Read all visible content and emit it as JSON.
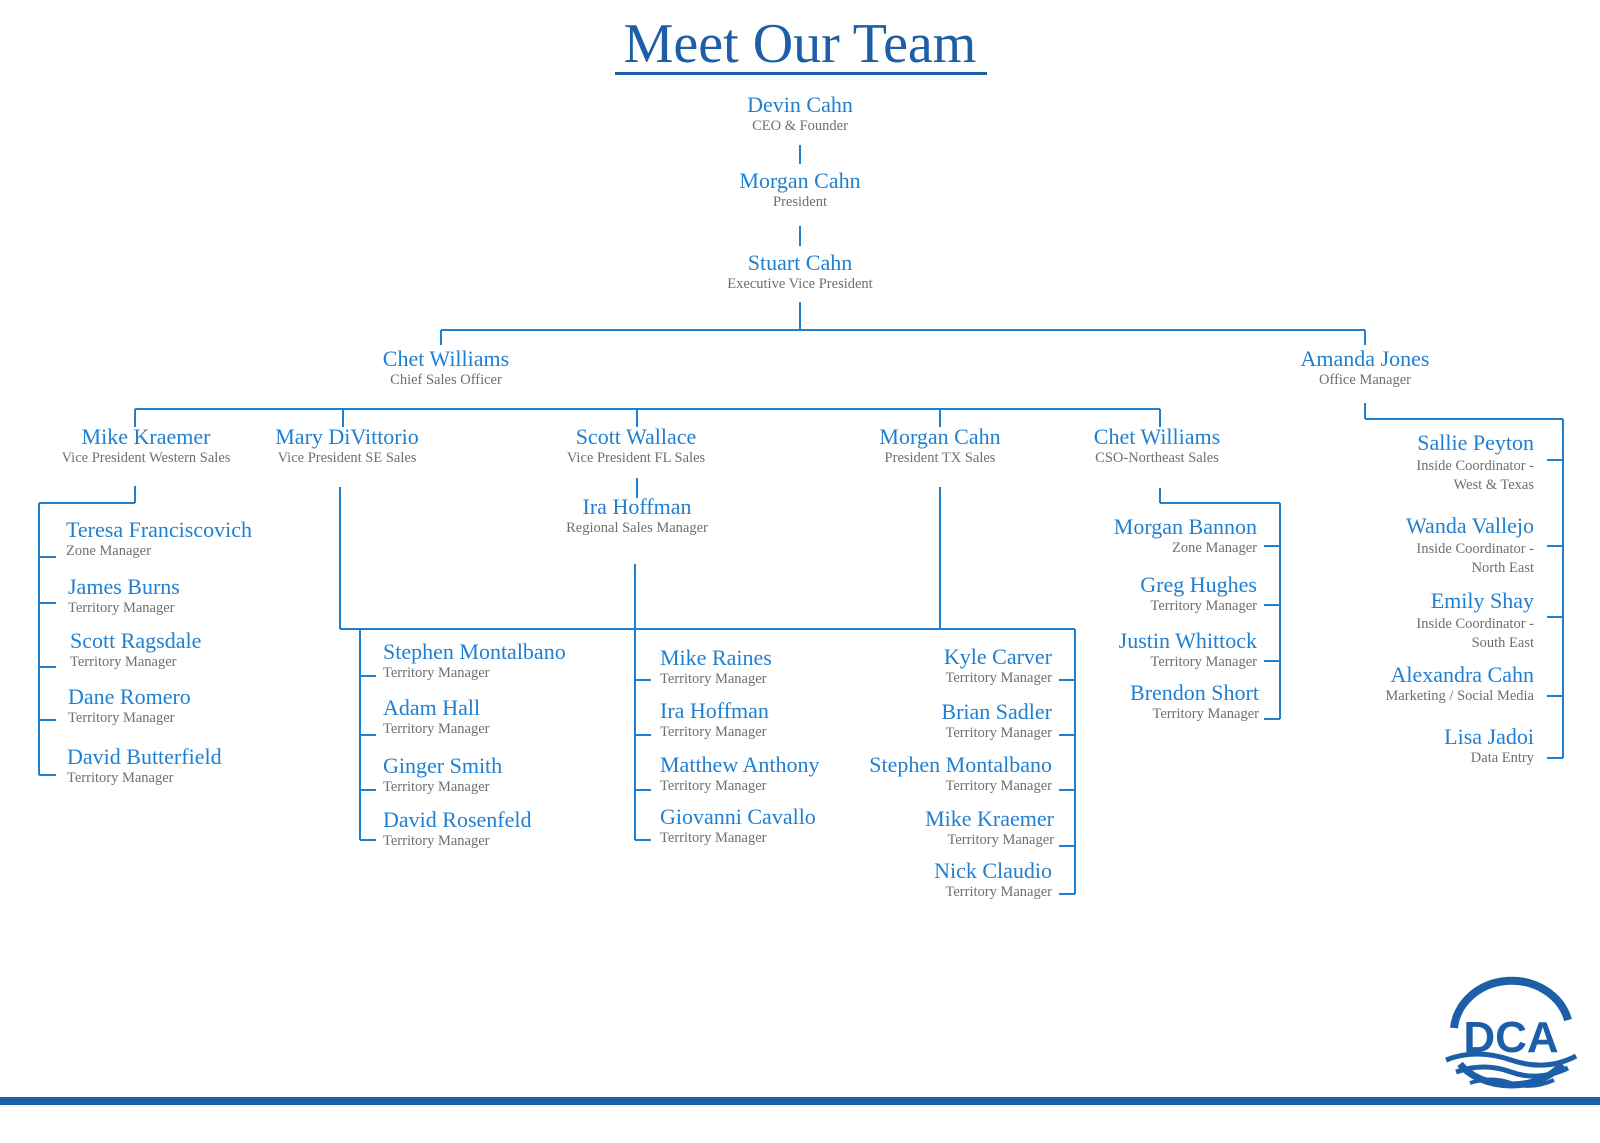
{
  "title": "Meet Our Team",
  "colors": {
    "title": "#1d5ea8",
    "name": "#1f7fd1",
    "role": "#6f6f6f",
    "line": "#1f7fd1",
    "footer": "#1d5ea8"
  },
  "logo": {
    "text": "DCA",
    "icon": "dca-wave-globe-logo"
  },
  "executives": [
    {
      "name": "Devin Cahn",
      "role": "CEO & Founder"
    },
    {
      "name": "Morgan Cahn",
      "role": "President"
    },
    {
      "name": "Stuart Cahn",
      "role": "Executive Vice President"
    }
  ],
  "cso": {
    "name": "Chet Williams",
    "role": "Chief Sales Officer"
  },
  "office_manager": {
    "name": "Amanda Jones",
    "role": "Office Manager"
  },
  "vps": [
    {
      "name": "Mike Kraemer",
      "role": "Vice President Western Sales"
    },
    {
      "name": "Mary DiVittorio",
      "role": "Vice President SE Sales"
    },
    {
      "name": "Scott Wallace",
      "role": "Vice President FL Sales"
    },
    {
      "name": "Morgan Cahn",
      "role": "President TX Sales"
    },
    {
      "name": "Chet Williams",
      "role": "CSO-Northeast Sales"
    }
  ],
  "regional_manager": {
    "name": "Ira Hoffman",
    "role": "Regional Sales Manager"
  },
  "western_team": [
    {
      "name": "Teresa Franciscovich",
      "role": "Zone Manager"
    },
    {
      "name": "James Burns",
      "role": "Territory Manager"
    },
    {
      "name": "Scott Ragsdale",
      "role": "Territory Manager"
    },
    {
      "name": "Dane Romero",
      "role": "Territory Manager"
    },
    {
      "name": "David  Butterfield",
      "role": "Territory Manager"
    }
  ],
  "se_team": [
    {
      "name": "Stephen Montalbano",
      "role": "Territory Manager"
    },
    {
      "name": "Adam Hall",
      "role": "Territory Manager"
    },
    {
      "name": "Ginger Smith",
      "role": "Territory Manager"
    },
    {
      "name": "David Rosenfeld",
      "role": "Territory Manager"
    }
  ],
  "fl_team": [
    {
      "name": "Mike Raines",
      "role": "Territory Manager"
    },
    {
      "name": "Ira Hoffman",
      "role": "Territory Manager"
    },
    {
      "name": "Matthew Anthony",
      "role": "Territory Manager"
    },
    {
      "name": "Giovanni Cavallo",
      "role": "Territory Manager"
    }
  ],
  "tx_team": [
    {
      "name": "Kyle Carver",
      "role": "Territory Manager"
    },
    {
      "name": "Brian Sadler",
      "role": "Territory Manager"
    },
    {
      "name": "Stephen Montalbano",
      "role": "Territory Manager"
    },
    {
      "name": "Mike Kraemer",
      "role": "Territory Manager"
    },
    {
      "name": "Nick Claudio",
      "role": "Territory Manager"
    }
  ],
  "ne_team": [
    {
      "name": "Morgan Bannon",
      "role": "Zone Manager"
    },
    {
      "name": "Greg Hughes",
      "role": "Territory Manager"
    },
    {
      "name": "Justin Whittock",
      "role": "Territory Manager"
    },
    {
      "name": "Brendon Short",
      "role": "Territory Manager"
    }
  ],
  "office_team": [
    {
      "name": "Sallie Peyton",
      "role": "Inside Coordinator -\nWest & Texas"
    },
    {
      "name": "Wanda Vallejo",
      "role": "Inside Coordinator -\nNorth East"
    },
    {
      "name": "Emily Shay",
      "role": "Inside Coordinator -\nSouth East"
    },
    {
      "name": "Alexandra Cahn",
      "role": "Marketing / Social Media"
    },
    {
      "name": "Lisa Jadoi",
      "role": "Data Entry"
    }
  ]
}
